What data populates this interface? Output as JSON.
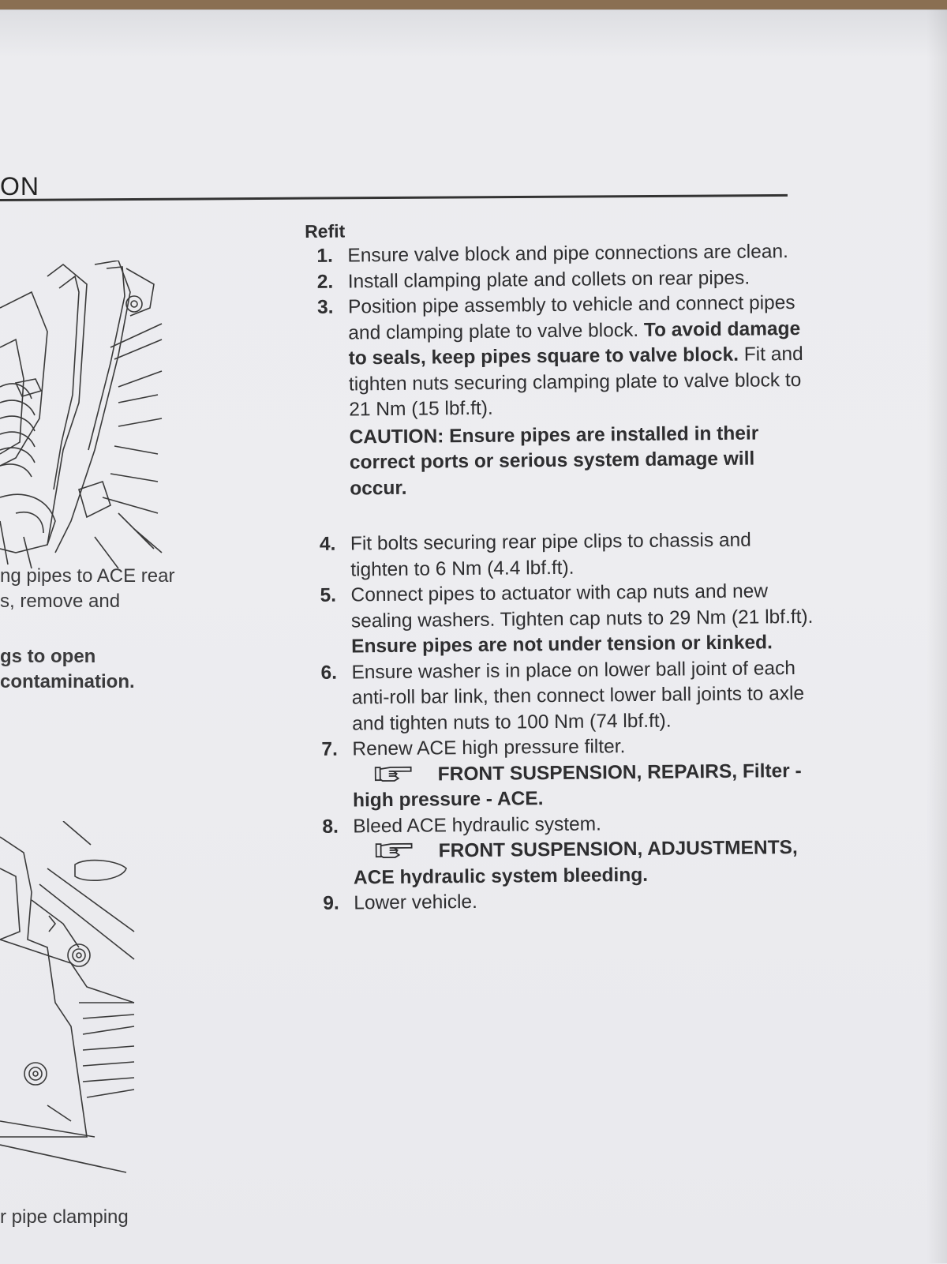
{
  "header": {
    "section_fragment": "ON"
  },
  "left_captions": {
    "caption_1_line_1": "ng pipes to ACE rear",
    "caption_1_line_2": "s, remove and",
    "caption_2_line_1": "gs to open",
    "caption_2_line_2": "contamination.",
    "caption_3_line_1": "r pipe clamping"
  },
  "refit": {
    "title": "Refit",
    "steps": [
      {
        "number": "1.",
        "text": "Ensure valve block and pipe connections  are clean."
      },
      {
        "number": "2.",
        "text": "Install clamping plate and collets on rear pipes."
      },
      {
        "number": "3.",
        "text_a": "Position pipe assembly to vehicle and connect pipes and clamping plate to valve block. ",
        "bold_a": "To avoid damage to seals, keep pipes square to valve block.",
        "text_b": " Fit and tighten nuts securing clamping plate to valve block to 21 Nm (15 lbf.ft).",
        "caution": "CAUTION: Ensure pipes are installed in their correct ports or serious system damage will occur."
      },
      {
        "number": "4.",
        "text": "Fit bolts securing rear pipe clips  to chassis and tighten to 6 Nm (4.4 lbf.ft)."
      },
      {
        "number": "5.",
        "text_a": "Connect pipes to actuator with cap nuts and new sealing washers. Tighten cap nuts to 29 Nm (21 lbf.ft). ",
        "bold_a": "Ensure pipes are not under tension or kinked."
      },
      {
        "number": "6.",
        "text": "Ensure washer is in place on lower ball joint of each anti-roll bar link, then connect  lower ball joints to axle and tighten nuts to 100 Nm (74 lbf.ft)."
      },
      {
        "number": "7.",
        "text": "Renew ACE high pressure filter.",
        "reference": "FRONT SUSPENSION, REPAIRS, Filter - high pressure - ACE."
      },
      {
        "number": "8.",
        "text": "Bleed ACE hydraulic system.",
        "reference": "FRONT SUSPENSION, ADJUSTMENTS, ACE hydraulic system bleeding."
      },
      {
        "number": "9.",
        "text": "Lower vehicle."
      }
    ]
  },
  "icons": {
    "reference": "pointing-hand-icon"
  }
}
